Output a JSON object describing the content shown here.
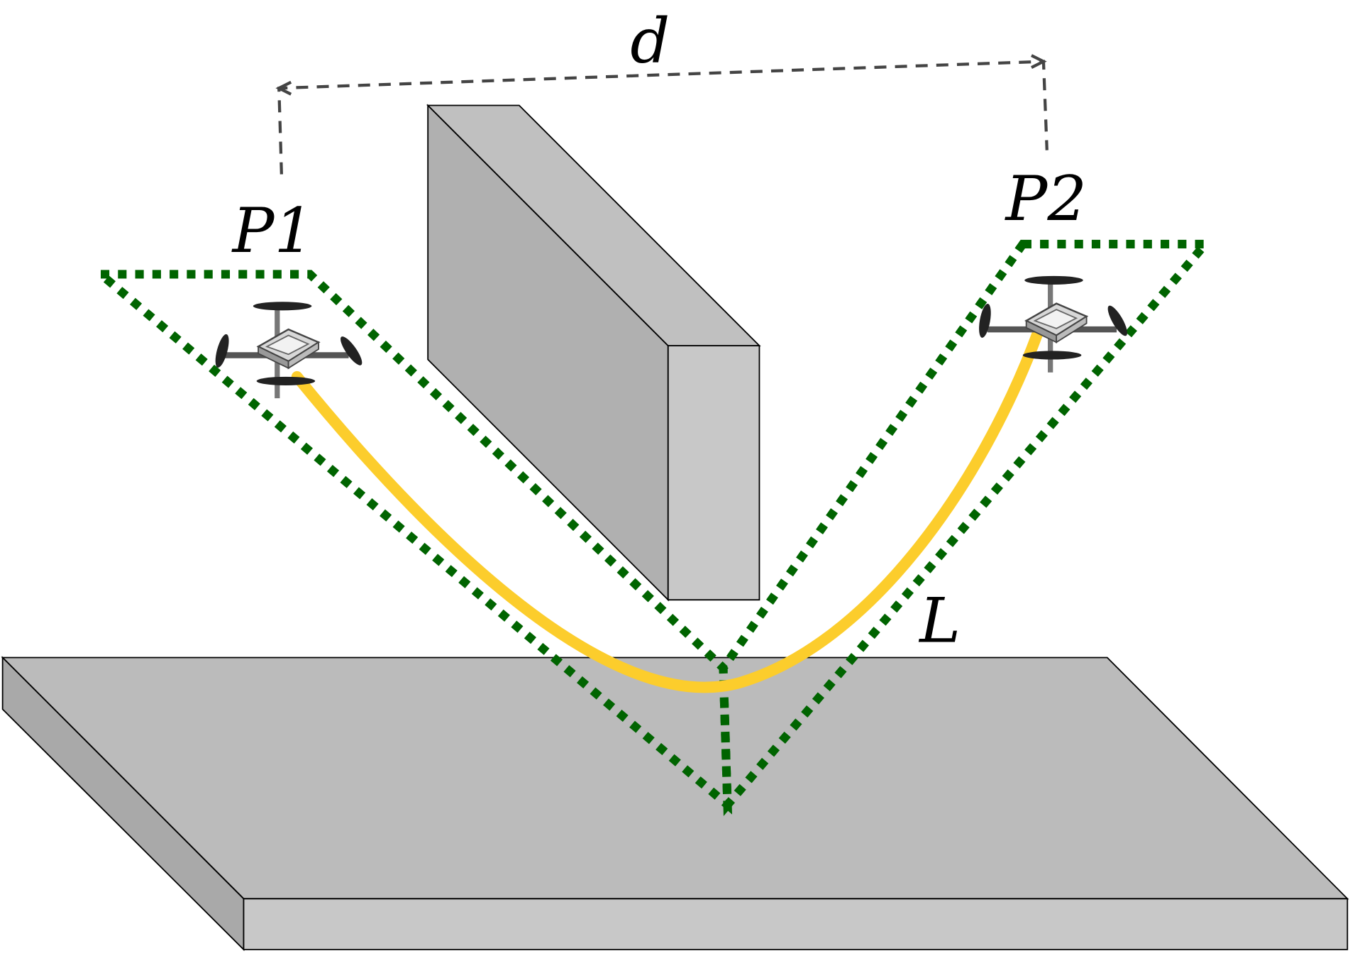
{
  "labels": {
    "distance": "d",
    "robot_left": "P1",
    "robot_right": "P2",
    "cable_length": "L"
  },
  "colors": {
    "background": "#ffffff",
    "floor_top": "#bbbbbb",
    "floor_side_front": "#c8c8c8",
    "floor_side_left": "#a9a9a9",
    "wall_face": "#b0b0b0",
    "wall_top": "#c0c0c0",
    "wall_side": "#c8c8c8",
    "cable": "#fccd2c",
    "reachable_region": "#006400",
    "dimension_line": "#444444",
    "drone_frame": "#555555",
    "drone_propeller": "#222222"
  },
  "icons": [
    "quadrotor-drone-icon"
  ]
}
